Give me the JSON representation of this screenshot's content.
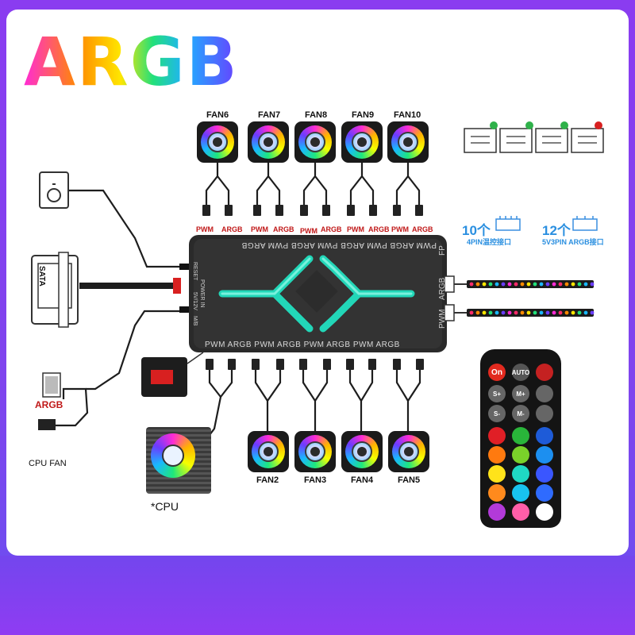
{
  "title": "ARGB",
  "fans_top": [
    "FAN6",
    "FAN7",
    "FAN8",
    "FAN9",
    "FAN10"
  ],
  "fans_bottom": [
    "FAN2",
    "FAN3",
    "FAN4",
    "FAN5"
  ],
  "top_connectors": [
    "PWM",
    "ARGB",
    "PWM",
    "ARGB",
    "PWM",
    "ARGB",
    "PWM",
    "ARGB",
    "PWM",
    "ARGB"
  ],
  "hub": {
    "top_labels": "PWM   ARGB  PWM  ARGB  PWM  ARGB  PWM  ARGB",
    "bottom_labels": "PWM    ARGB   PWM   ARGB  PWM   ARGB  PWM   ARGB",
    "left_labels": [
      "RESET",
      "5V/12V",
      "POWER IN",
      "M/B"
    ],
    "right_labels": [
      "FP",
      "ARGB",
      "PWM"
    ]
  },
  "specs": [
    {
      "count": "10个",
      "text": "4PIN温控接口"
    },
    {
      "count": "12个",
      "text": "5V3PIN ARGB接口"
    }
  ],
  "left_labels": {
    "argb": "ARGB",
    "cpu_fan": "CPU FAN",
    "cpu_cooler": "*CPU",
    "sata": "SATA"
  },
  "remote": {
    "buttons": [
      "On",
      "AUTO",
      "",
      "S+",
      "M+",
      "",
      "S-",
      "M-",
      ""
    ],
    "colors": [
      "#e01f26",
      "#29b53a",
      "#1e5bd8",
      "#ff7a0f",
      "#7ad12a",
      "#1c8ff0",
      "#ffe31a",
      "#1fd8c4",
      "#3a56ff",
      "#ff8a1d",
      "#18c3f0",
      "#2f6bff",
      "#b23ad9",
      "#ff5ea8",
      "#ffffff"
    ]
  },
  "accent_colors": {
    "hub_light": "#22e0c0",
    "connector_red": "#c01818",
    "spec_blue": "#2a8fe0"
  }
}
